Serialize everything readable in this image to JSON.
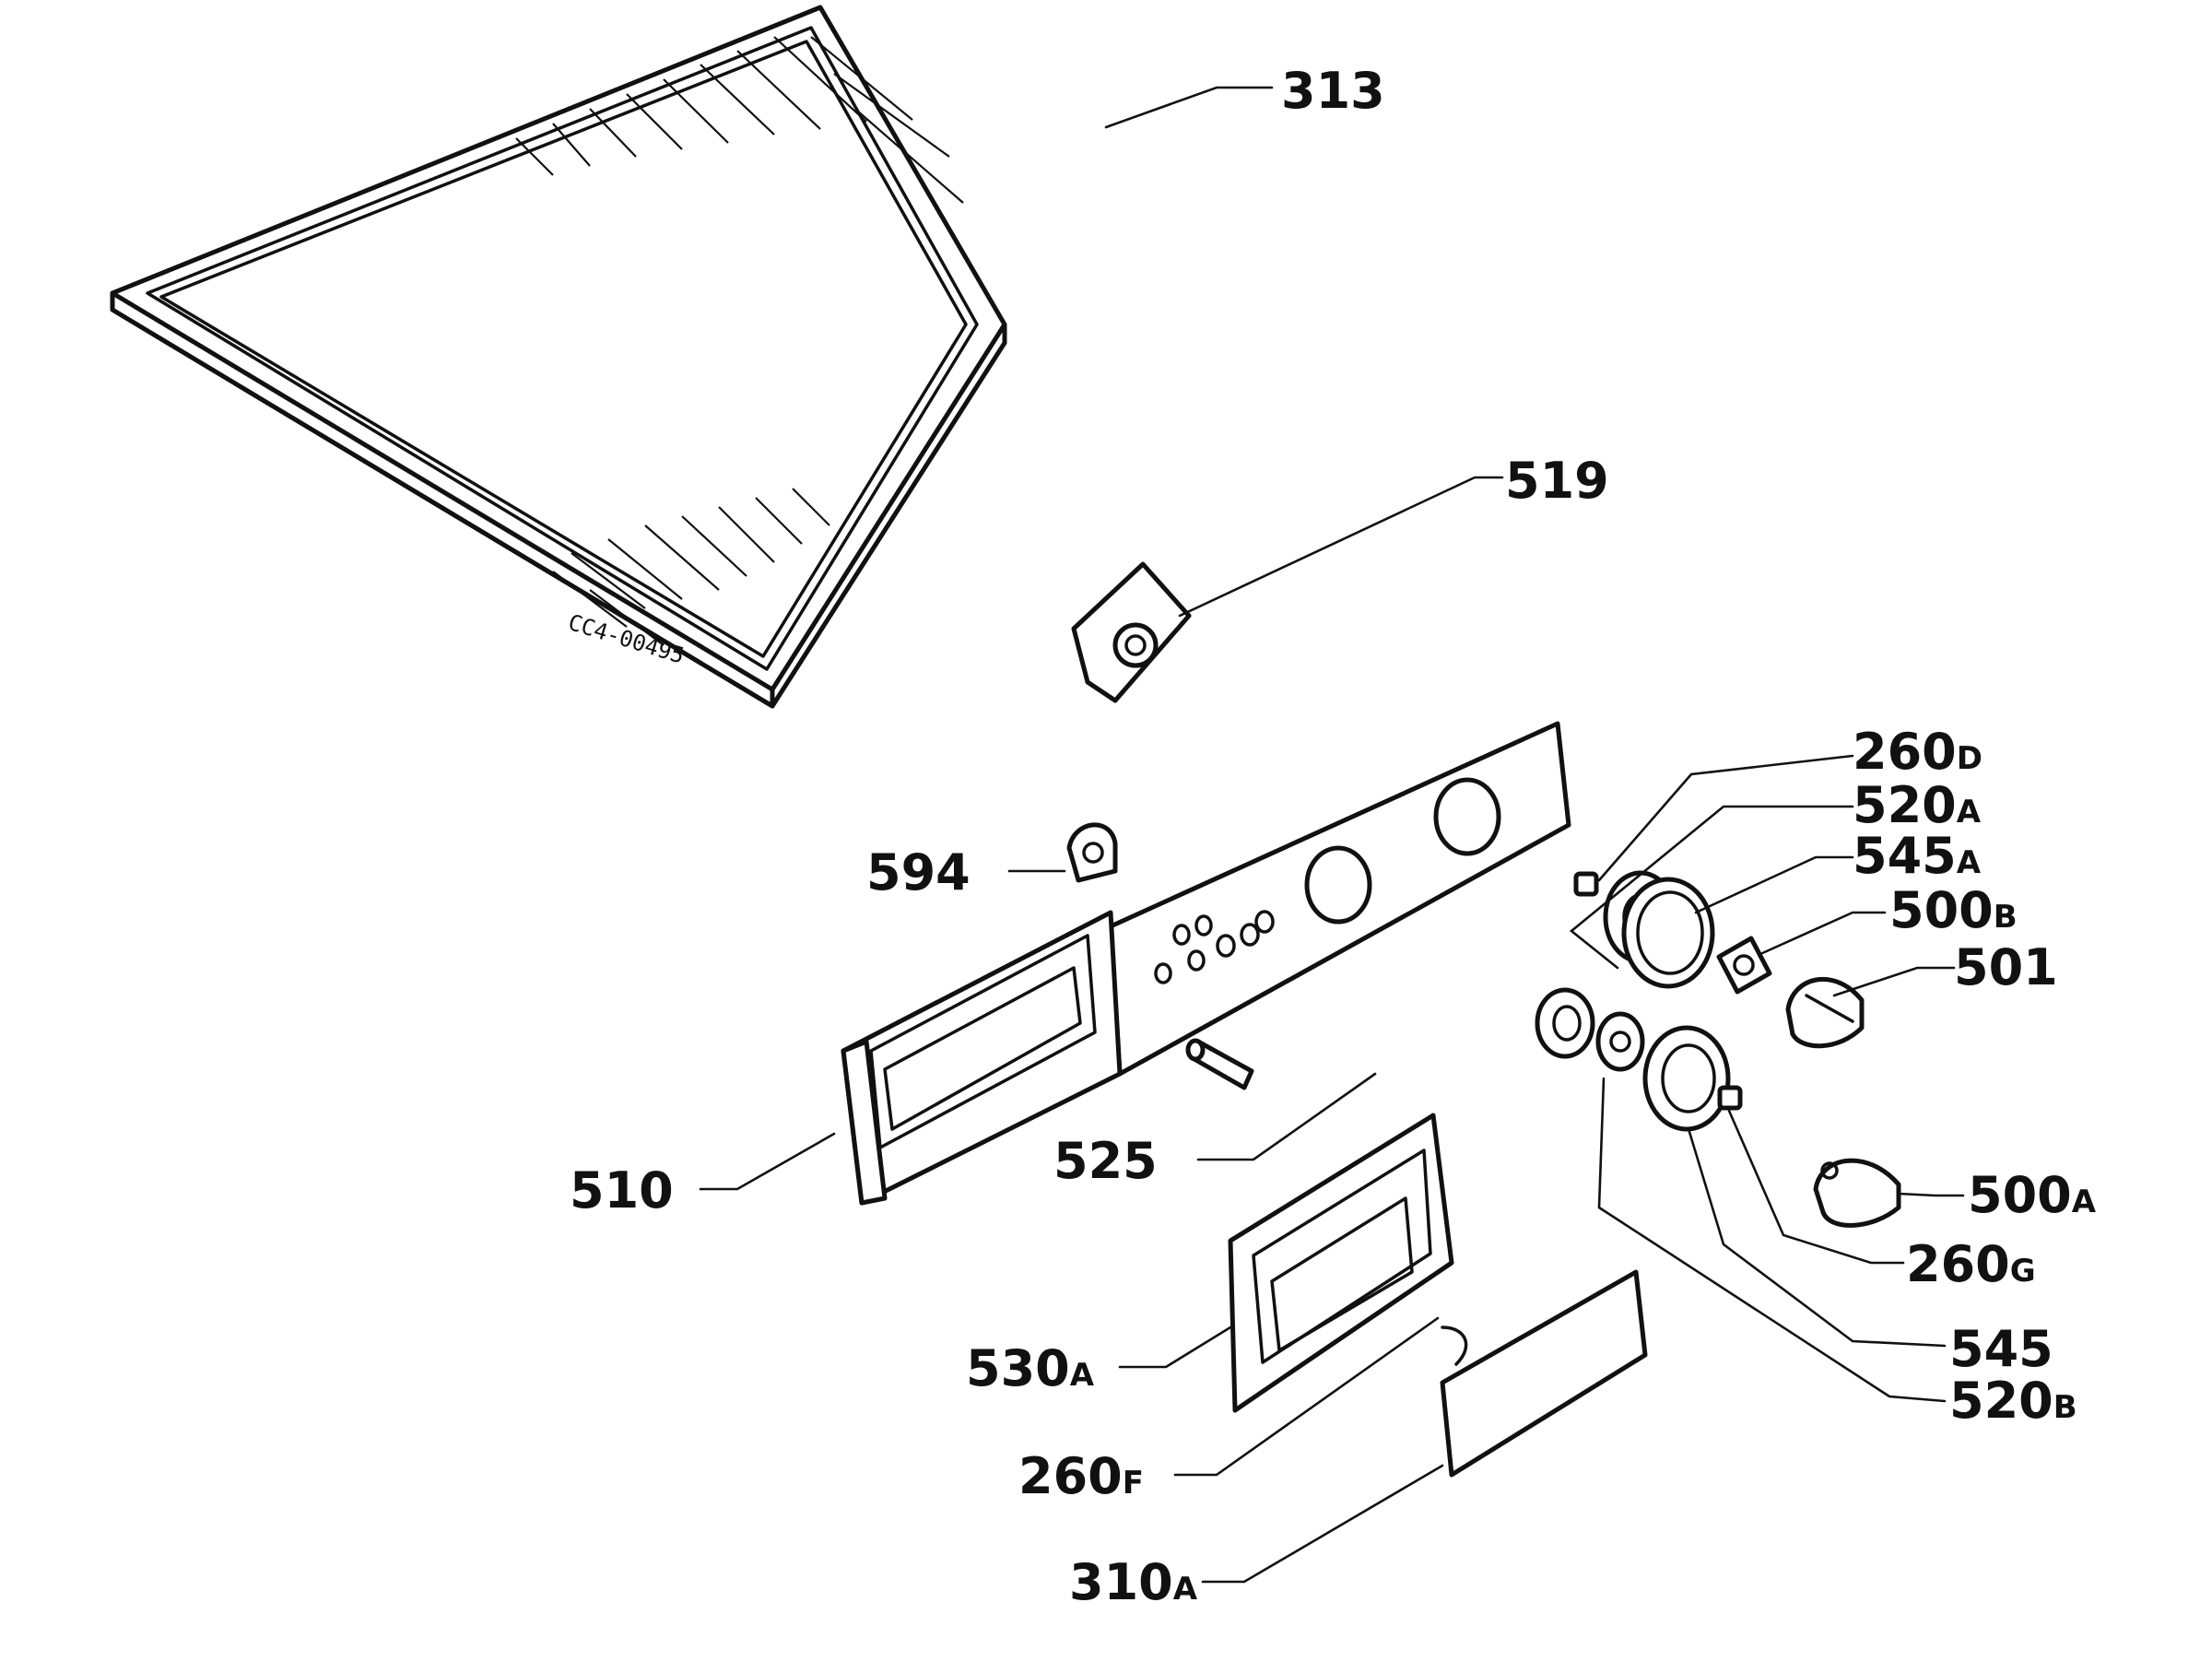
{
  "drawing_code": "CC4-00495",
  "callouts": [
    {
      "id": "313",
      "number": "313",
      "suffix": ""
    },
    {
      "id": "519",
      "number": "519",
      "suffix": ""
    },
    {
      "id": "260d",
      "number": "260",
      "suffix": "D"
    },
    {
      "id": "520a",
      "number": "520",
      "suffix": "A"
    },
    {
      "id": "545a",
      "number": "545",
      "suffix": "A"
    },
    {
      "id": "500b",
      "number": "500",
      "suffix": "B"
    },
    {
      "id": "501",
      "number": "501",
      "suffix": ""
    },
    {
      "id": "594",
      "number": "594",
      "suffix": ""
    },
    {
      "id": "510",
      "number": "510",
      "suffix": ""
    },
    {
      "id": "525",
      "number": "525",
      "suffix": ""
    },
    {
      "id": "500a",
      "number": "500",
      "suffix": "A"
    },
    {
      "id": "260g",
      "number": "260",
      "suffix": "G"
    },
    {
      "id": "545",
      "number": "545",
      "suffix": ""
    },
    {
      "id": "520b",
      "number": "520",
      "suffix": "B"
    },
    {
      "id": "530a",
      "number": "530",
      "suffix": "A"
    },
    {
      "id": "260f",
      "number": "260",
      "suffix": "F"
    },
    {
      "id": "310a",
      "number": "310",
      "suffix": "A"
    }
  ]
}
